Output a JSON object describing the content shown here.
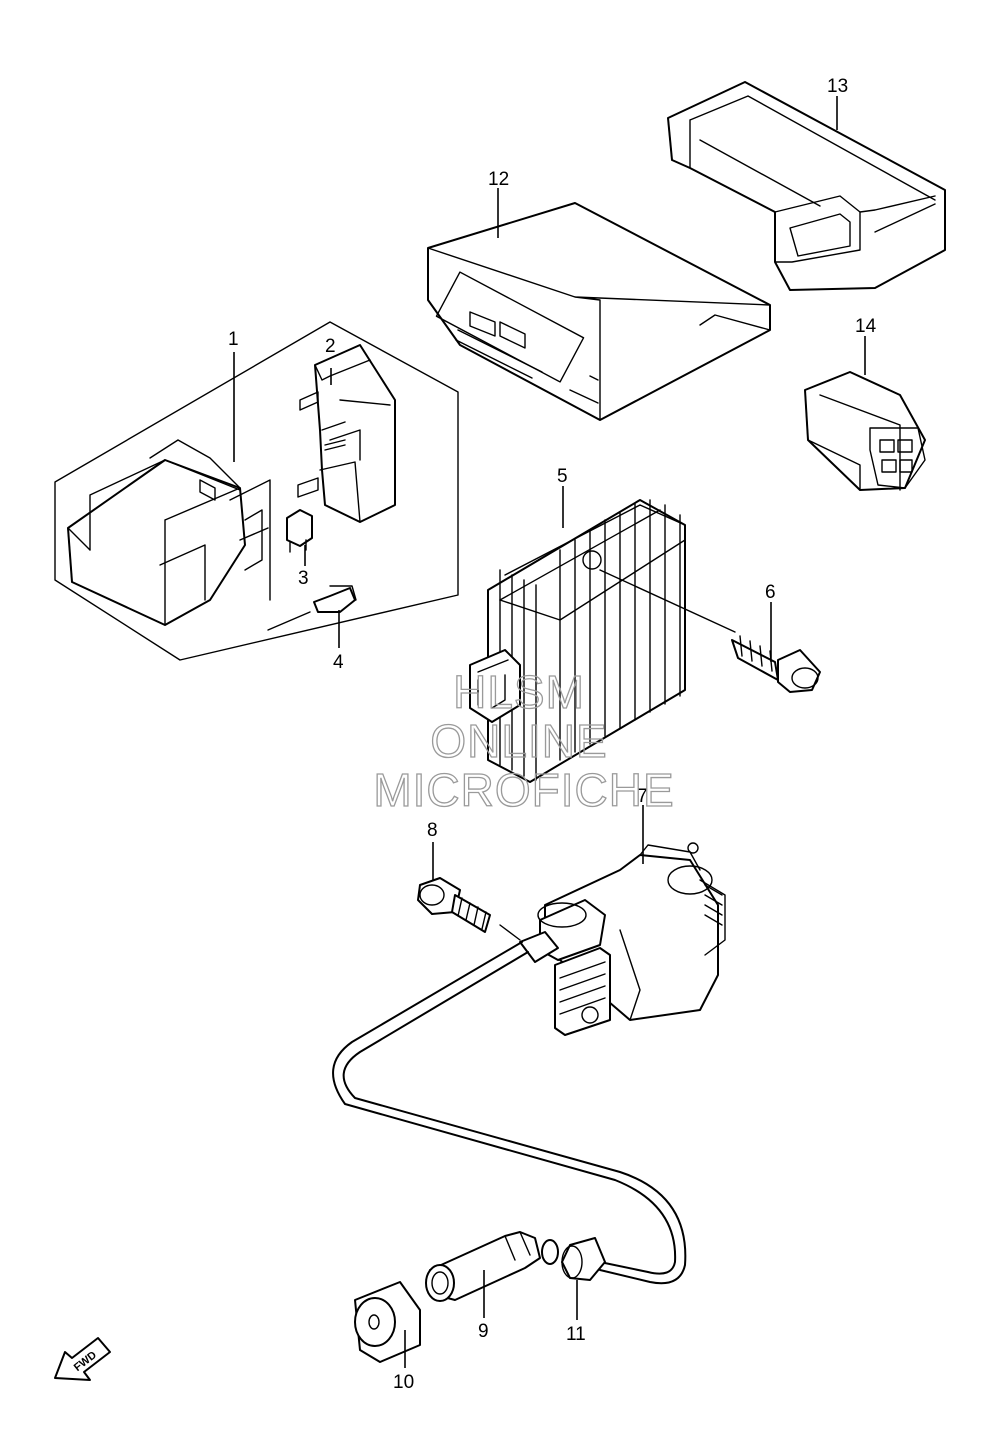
{
  "callouts": {
    "c1": "1",
    "c2": "2",
    "c3": "3",
    "c4": "4",
    "c5": "5",
    "c6": "6",
    "c7": "7",
    "c8": "8",
    "c9": "9",
    "c10": "10",
    "c11": "11",
    "c12": "12",
    "c13": "13",
    "c14": "14"
  },
  "watermark": {
    "line1": "HLSM",
    "line2": "ONLINE",
    "line3": "MICROFICHE"
  },
  "direction_label": "FWD"
}
